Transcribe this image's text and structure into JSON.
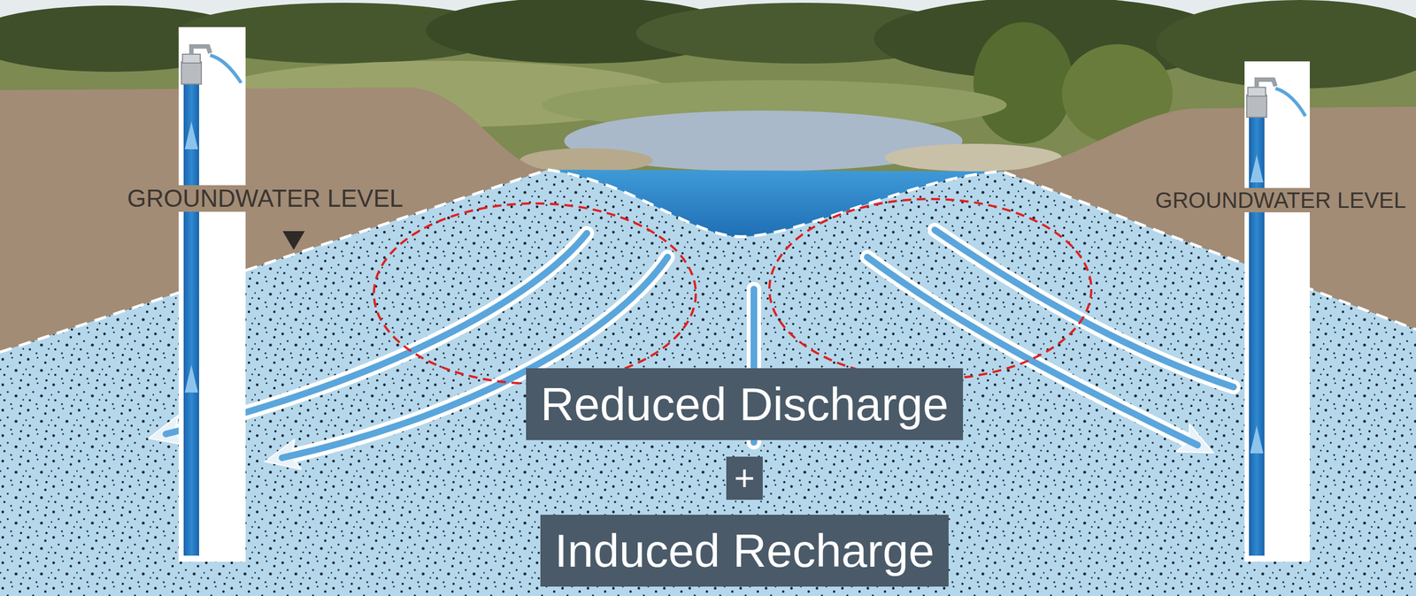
{
  "diagram": {
    "nodes": [
      {
        "text": [
          "Reduced Discharge"
        ]
      },
      {
        "text": [
          "+"
        ]
      },
      {
        "text": [
          "Induced Recharge"
        ]
      }
    ],
    "labels": [
      "GROUNDWATER LEVEL",
      "GROUNDWATER LEVEL"
    ]
  }
}
